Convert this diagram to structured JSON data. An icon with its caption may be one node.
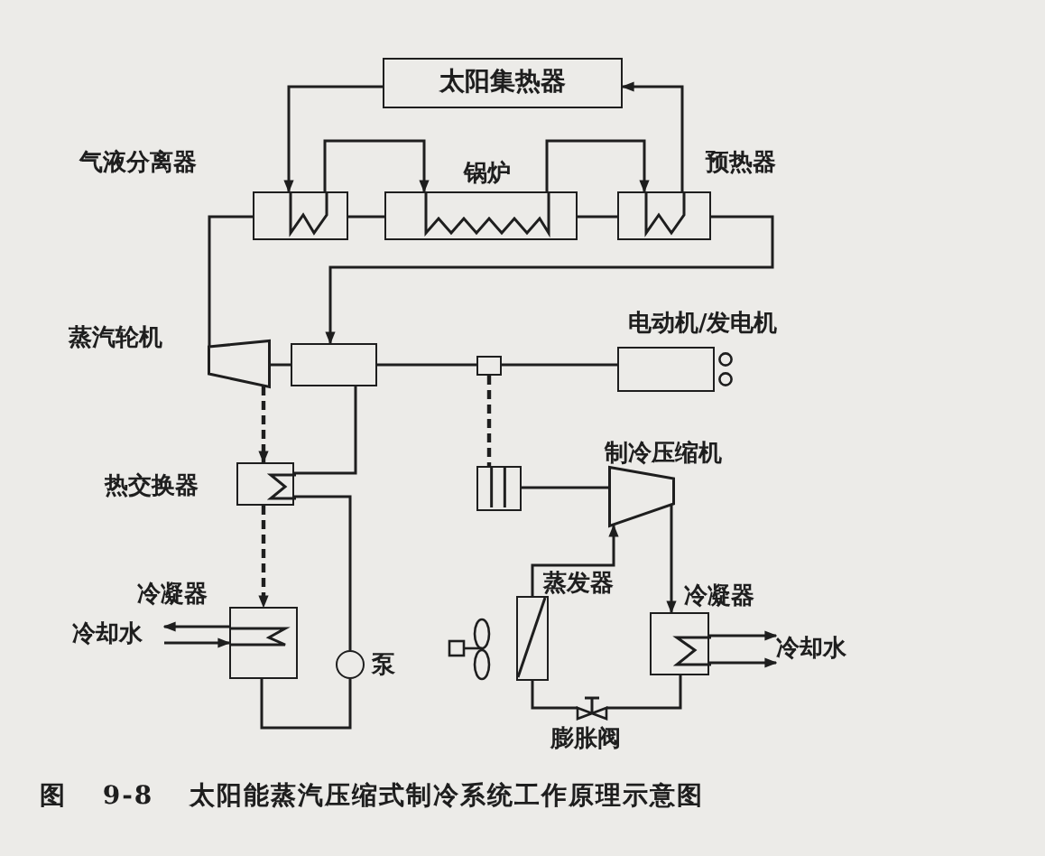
{
  "diagram": {
    "caption": "图 9-8 太阳能蒸汽压缩式制冷系统工作原理示意图",
    "nodes": [
      {
        "text": [
          "太阳集热器"
        ]
      },
      {
        "text": [
          "气液分离器"
        ]
      },
      {
        "text": [
          "锅炉"
        ]
      },
      {
        "text": [
          "预热器"
        ]
      },
      {
        "text": [
          "蒸汽轮机"
        ]
      },
      {
        "text": [],
        "shape": "box"
      },
      {
        "text": [],
        "shape": "box"
      },
      {
        "text": [
          "电动机/发电机"
        ]
      },
      {
        "text": [
          "热交换器"
        ]
      },
      {
        "text": [
          "冷凝器"
        ]
      },
      {
        "text": [
          "冷却水"
        ]
      },
      {
        "text": [
          "泵"
        ]
      },
      {
        "text": [],
        "shape": "box"
      },
      {
        "text": [
          "制冷压缩机"
        ]
      },
      {
        "text": [
          "蒸发器"
        ]
      },
      {
        "text": [
          "冷凝器"
        ]
      },
      {
        "text": [
          "冷却水"
        ]
      },
      {
        "text": [
          "膨胀阀"
        ]
      }
    ],
    "edges": [
      {
        "from": 0,
        "to": 1,
        "arrow": "to"
      },
      {
        "from": 3,
        "to": 0,
        "arrow": "to"
      },
      {
        "from": 1,
        "to": 2,
        "arrow": "to"
      },
      {
        "from": 2,
        "to": 3,
        "arrow": "to"
      },
      {
        "from": 1,
        "to": 2,
        "arrow": "none"
      },
      {
        "from": 2,
        "to": 3,
        "arrow": "none"
      },
      {
        "from": 1,
        "to": 4,
        "arrow": "none"
      },
      {
        "from": 3,
        "to": 5,
        "arrow": "to"
      },
      {
        "from": 4,
        "to": 5,
        "arrow": "none"
      },
      {
        "from": 5,
        "to": 6,
        "arrow": "none"
      },
      {
        "from": 6,
        "to": 7,
        "arrow": "none"
      },
      {
        "from": 6,
        "to": 12,
        "arrow": "none",
        "style": "dashed"
      },
      {
        "from": 4,
        "to": 8,
        "arrow": "to",
        "style": "dashed"
      },
      {
        "from": 8,
        "to": 9,
        "arrow": "to",
        "style": "dashed"
      },
      {
        "from": 5,
        "to": 8,
        "arrow": "none"
      },
      {
        "from": 8,
        "to": 11,
        "arrow": "none"
      },
      {
        "from": 11,
        "to": 9,
        "arrow": "none"
      },
      {
        "from": 9,
        "to": 10,
        "arrow": "to"
      },
      {
        "from": 10,
        "to": 9,
        "arrow": "to"
      },
      {
        "from": 12,
        "to": 13,
        "arrow": "none"
      },
      {
        "from": 14,
        "to": 13,
        "arrow": "to"
      },
      {
        "from": 13,
        "to": 15,
        "arrow": "to"
      },
      {
        "from": 15,
        "to": 17,
        "arrow": "none"
      },
      {
        "from": 17,
        "to": 14,
        "arrow": "none"
      },
      {
        "from": 15,
        "to": 16,
        "arrow": "to"
      },
      {
        "from": 15,
        "to": 16,
        "arrow": "to"
      }
    ]
  }
}
